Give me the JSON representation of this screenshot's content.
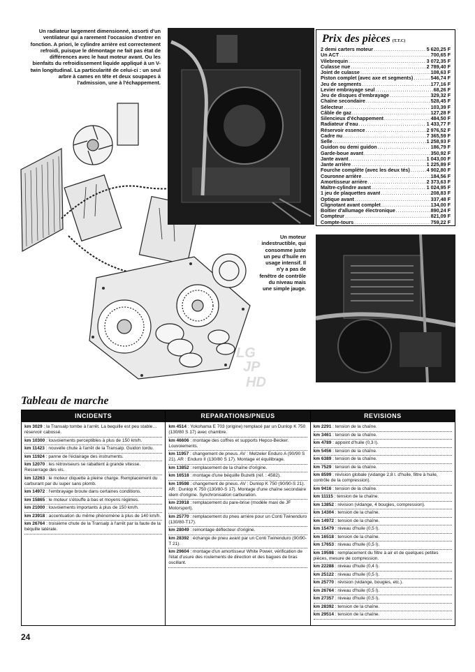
{
  "captions": {
    "radiator": "Un radiateur largement dimensionné, assorti d'un ventilateur qui a rarement l'occasion d'entrer en fonction. A priori, le cylindre arrière est correctement refroidi, puisque le démontage ne fait pas état de différences avec le haut moteur avant. Ou les bienfaits du refroidissement liquide appliqué à un V-twin longitudinal. La particularité de celui-ci : un seul arbre à cames en tête et deux soupapes à l'admission, une à l'échappement.",
    "moteur": "Un moteur indestructible, qui consomme juste un peu d'huile en usage intensif. Il n'y a pas de fenêtre de contrôle du niveau mais une simple jauge."
  },
  "prix": {
    "title": "Prix des pièces",
    "subtitle": "(T.T.C)",
    "items": [
      {
        "name": "2 demi carters moteur",
        "price": "5 620,25 F"
      },
      {
        "name": "Un ACT",
        "price": "700,65 F"
      },
      {
        "name": "Vilebrequin",
        "price": "3 072,35 F"
      },
      {
        "name": "Culasse nue",
        "price": "2 789,40 F"
      },
      {
        "name": "Joint de culasse",
        "price": "108,63 F"
      },
      {
        "name": "Piston complet (avec axe et segments)",
        "price": "546,74 F"
      },
      {
        "name": "Jeu de segments",
        "price": "177,16 F"
      },
      {
        "name": "Levier embrayage seul",
        "price": "68,26 F"
      },
      {
        "name": "Jeu de disques d'embrayage",
        "price": "329,32 F"
      },
      {
        "name": "Chaîne secondaire",
        "price": "528,45 F"
      },
      {
        "name": "Sélecteur",
        "price": "103,39 F"
      },
      {
        "name": "Câble de gaz",
        "price": "127,28 F"
      },
      {
        "name": "Silencieux d'échappement",
        "price": "484,50 F"
      },
      {
        "name": "Radiateur d'eau",
        "price": "1 433,77 F"
      },
      {
        "name": "Réservoir essence",
        "price": "2 976,52 F"
      },
      {
        "name": "Cadre nu",
        "price": "7 365,59 F"
      },
      {
        "name": "Selle",
        "price": "1 258,93 F"
      },
      {
        "name": "Guidon ou demi guidon",
        "price": "186,79 F"
      },
      {
        "name": "Garde-boue avant",
        "price": "350,92 F"
      },
      {
        "name": "Jante avant",
        "price": "1 043,00 F"
      },
      {
        "name": "Jante arrière",
        "price": "1 225,89 F"
      },
      {
        "name": "Fourche complète (avec les deux tés)",
        "price": "4 902,80 F"
      },
      {
        "name": "Couronne arrière",
        "price": "184,56 F"
      },
      {
        "name": "Amortisseur arrière",
        "price": "2 373,63 F"
      },
      {
        "name": "Maître-cylindre avant",
        "price": "1 024,95 F"
      },
      {
        "name": "1 jeu de plaquettes avant",
        "price": "208,83 F"
      },
      {
        "name": "Optique avant",
        "price": "337,48 F"
      },
      {
        "name": "Clignotant avant complet",
        "price": "134,00 F"
      },
      {
        "name": "Boîtier d'allumage électronique",
        "price": "890,24 F"
      },
      {
        "name": "Compteur",
        "price": "821,09 F"
      },
      {
        "name": "Compte-tours",
        "price": "759,22 F"
      }
    ]
  },
  "logo": {
    "l1": "LG",
    "l2": "JP",
    "l3": "HD"
  },
  "tableau": {
    "title": "Tableau de marche",
    "incidents_header": "INCIDENTS",
    "reparations_header": "REPARATIONS/PNEUS",
    "revisions_header": "REVISIONS",
    "incidents": [
      {
        "km": "km 3029",
        "text": ": la Transalp tombe à l'arrêt. La bequille est peu stable… réservoir cabossé."
      },
      {
        "km": "km 10300",
        "text": ": louvoiements perceptibles à plus de 150 km/h."
      },
      {
        "km": "km 11423",
        "text": ": nouvelle chute à l'arrêt de la Transalp. Guidon tordu."
      },
      {
        "km": "km 11924",
        "text": ": panne de l'éclairage des instruments."
      },
      {
        "km": "km 12070",
        "text": ": les rétroviseurs se rabattent à grande vitesse. Resserrage des vis."
      },
      {
        "km": "km 12263",
        "text": ": le moteur cliquette à pleine charge. Remplacement du carburant par du super sans plomb."
      },
      {
        "km": "km 14972",
        "text": ": l'embrayage broute dans certaines conditions."
      },
      {
        "km": "km 15865",
        "text": ": le moteur s'étouffe à bas et moyens régimes."
      },
      {
        "km": "km 21000",
        "text": ": louvoiements importants à plus de 150 km/h."
      },
      {
        "km": "km 23918",
        "text": ": accentuation du même phénomène à plus de 140 km/h."
      },
      {
        "km": "km 26764",
        "text": ": troisième chute de la Transalp à l'arrêt par la faute de la béquille latérale."
      }
    ],
    "reparations": [
      {
        "km": "km 4514",
        "text": ": Yokohama E 703 (origine) remplacé par un Dunlop K 750 (130/80 S 17) avec chambre."
      },
      {
        "km": "km 46606",
        "text": ": montage des coffres et supports Hepco-Becker. Louvoiements."
      },
      {
        "km": "km 11957",
        "text": ": changement de pneus. AV : Metzeler Enduro A (90/90 S 21). AR : Enduro II (130/80 S 17). Montage et équilibrage."
      },
      {
        "km": "km 13852",
        "text": ": remplacement de la chaîne d'origine."
      },
      {
        "km": "km 16518",
        "text": ": montage d'une béquille Buzetti (réf. : 4582)."
      },
      {
        "km": "km 19598",
        "text": ": changement de pneus. AV : Dunlop K 750 (90/90-S 21). AR : Dunlop K 750 (130/80-S 17). Montage d'une chaîne secondaire idem d'origine. Synchronisation carburation."
      },
      {
        "km": "km 23918",
        "text": ": remplacement du pare-brise (modèle maxi de JF Motorsport)."
      },
      {
        "km": "km 25770",
        "text": ": remplacement du pneu arrière pour un Conti Twinenduro (130/80-T17)."
      },
      {
        "km": "km 28049",
        "text": ": remontage déflecteur d'origine."
      },
      {
        "km": "km 28392",
        "text": ": échange de pneu avant par un Conti Twinenduro (90/90-T 21)."
      },
      {
        "km": "km 29604",
        "text": ": montage d'un amortisseur White Power, vérification de l'état d'usure des roulements de direction et des bagues de bras oscillant."
      }
    ],
    "revisions": [
      {
        "km": "km 2291",
        "text": ": tension de la chaîne."
      },
      {
        "km": "km 3461",
        "text": ": tension de la chaîne."
      },
      {
        "km": "km 4789",
        "text": ": appoint d'huile (0,3 l)."
      },
      {
        "km": "km 5456",
        "text": ": tension de la chaîne."
      },
      {
        "km": "km 6389",
        "text": ": tension de la chaîne."
      },
      {
        "km": "km 7529",
        "text": ": tension de la chaîne."
      },
      {
        "km": "km 8599",
        "text": ": révision globale (vidange 2,8 l. d'huile, filtre à huile, contrôle de la compression)."
      },
      {
        "km": "km 9416",
        "text": ": tension de la chaîne."
      },
      {
        "km": "km 11115",
        "text": ": tension de la chaîne."
      },
      {
        "km": "km 13852",
        "text": ": révision (vidange, 4 bougies, compression)."
      },
      {
        "km": "km 14304",
        "text": ": tension de la chaîne."
      },
      {
        "km": "km 14972",
        "text": ": tension de la chaîne."
      },
      {
        "km": "km 15479",
        "text": ": niveau d'huile (0,5 l)."
      },
      {
        "km": "km 16518",
        "text": ": tension de la chaîne."
      },
      {
        "km": "km 17653",
        "text": ": niveau d'huile (0,5 l)."
      },
      {
        "km": "km 19598",
        "text": ": remplacement du filtre à air et de quelques petites pièces, mesure de compression."
      },
      {
        "km": "km 22288",
        "text": ": niveau d'huile (0,4 l)."
      },
      {
        "km": "km 25122",
        "text": ": niveau d'huile (0,5 l)."
      },
      {
        "km": "km 25770",
        "text": ": révision (vidange, bougies, etc.)."
      },
      {
        "km": "km 26764",
        "text": ": niveau d'huile (0,5 l)."
      },
      {
        "km": "km 27357",
        "text": ": niveau d'huile (0,5 l)."
      },
      {
        "km": "km 28392",
        "text": ": tension de la chaîne."
      },
      {
        "km": "km 29514",
        "text": ": tension de la chaîne."
      }
    ]
  },
  "page_number": "24"
}
